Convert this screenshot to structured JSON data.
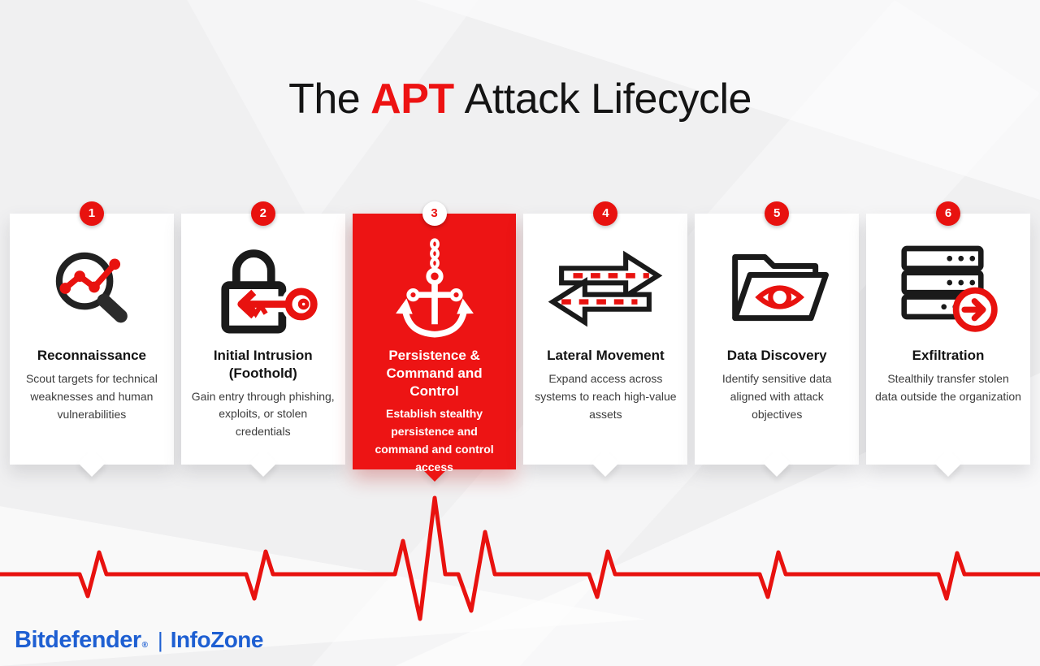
{
  "header": {
    "title_prefix": "The",
    "title_highlight": "APT",
    "title_suffix": "Attack Lifecycle"
  },
  "stages": [
    {
      "number": "1",
      "title": "Reconnaissance",
      "description": "Scout targets for technical weaknesses and human vulnerabilities",
      "icon": "magnifier-trend-icon",
      "highlighted": false
    },
    {
      "number": "2",
      "title": "Initial Intrusion (Foothold)",
      "description": "Gain entry through phishing, exploits, or stolen credentials",
      "icon": "lock-key-icon",
      "highlighted": false
    },
    {
      "number": "3",
      "title": "Persistence & Command and Control",
      "description": "Establish stealthy persistence and command and control access",
      "icon": "anchor-icon",
      "highlighted": true
    },
    {
      "number": "4",
      "title": "Lateral Movement",
      "description": "Expand access across systems to reach high-value assets",
      "icon": "bidirectional-arrows-icon",
      "highlighted": false
    },
    {
      "number": "5",
      "title": "Data Discovery",
      "description": "Identify sensitive data aligned with attack objectives",
      "icon": "folder-eye-icon",
      "highlighted": false
    },
    {
      "number": "6",
      "title": "Exfiltration",
      "description": "Stealthily transfer stolen data outside the organization",
      "icon": "server-export-icon",
      "highlighted": false
    }
  ],
  "footer": {
    "brand": "Bitdefender",
    "registered": "®",
    "separator": "|",
    "product": "InfoZone"
  },
  "colors": {
    "accent_red": "#e8120f",
    "highlight_card_red": "#ed1414",
    "title_highlight_red": "#ed1212",
    "brand_blue": "#1e5fd2",
    "card_background": "#ffffff",
    "page_background": "#f0f0f1",
    "text_dark": "#141414",
    "text_gray": "#3c3c3c"
  }
}
